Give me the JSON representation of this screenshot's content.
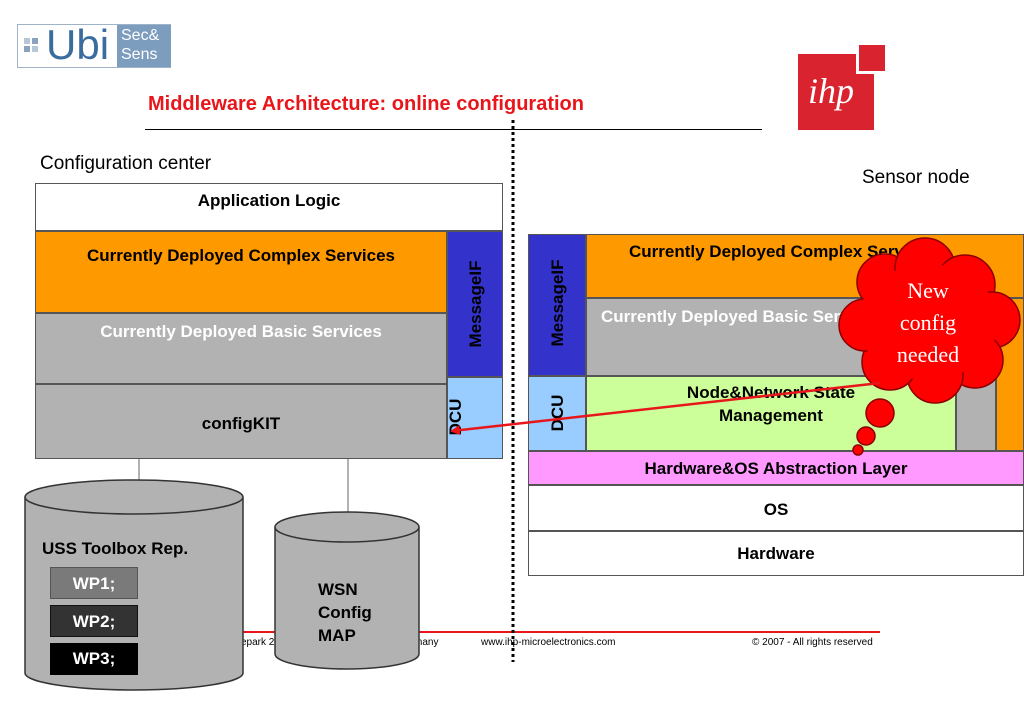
{
  "logo": {
    "main": "Ubi",
    "sub1": "Sec&",
    "sub2": "Sens"
  },
  "ihp_logo": "ihp",
  "title": "Middleware Architecture: online configuration",
  "labels": {
    "config_center": "Configuration center",
    "sensor_node": "Sensor node"
  },
  "left": {
    "app_logic": "Application Logic",
    "complex": "Currently Deployed Complex Services",
    "basic": "Currently Deployed Basic Services",
    "configkit": "configKIT",
    "messageif": "MessageIF",
    "dcu": "DCU"
  },
  "right": {
    "complex": "Currently Deployed Complex Services",
    "basic": "Currently Deployed Basic Services",
    "nodenet_1": "Node&Network State",
    "nodenet_2": "Management",
    "messageif": "MessageIF",
    "dcu": "DCU",
    "hal": "Hardware&OS Abstraction Layer",
    "os": "OS",
    "hardware": "Hardware"
  },
  "cloud": {
    "line1": "New",
    "line2": "config",
    "line3": "needed"
  },
  "uss": {
    "title": "USS Toolbox Rep.",
    "wp1": "WP1;",
    "wp2": "WP2;",
    "wp3": "WP3;"
  },
  "wsn": {
    "line1": "WSN",
    "line2": "Config",
    "line3": "MAP"
  },
  "footer": {
    "address": "epark 2",
    "country": "many",
    "url": "www.ihp-microelectronics.com",
    "copyright": "© 2007 - All rights reserved"
  },
  "colors": {
    "title_red": "#e8161b",
    "orange": "#ff9900",
    "gray": "#b2b2b2",
    "blue": "#3333cc",
    "light_blue": "#99ccff",
    "light_green": "#ccff99",
    "pink": "#ff99ff",
    "ihp_red": "#d9232e"
  }
}
